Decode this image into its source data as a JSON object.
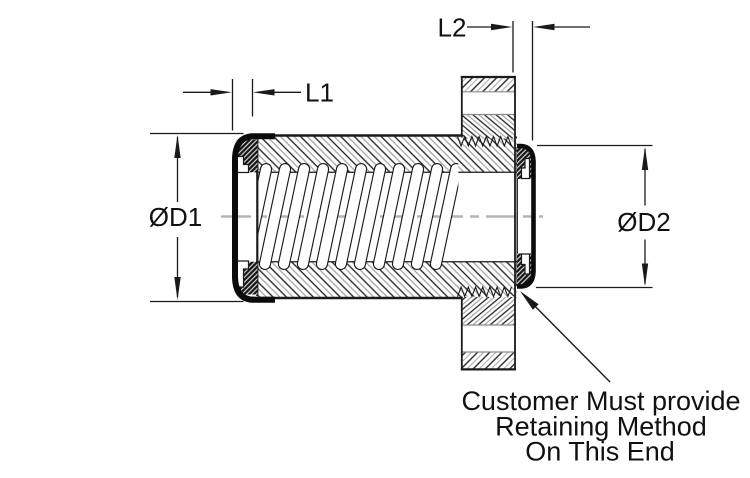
{
  "drawing": {
    "type": "technical-cross-section",
    "dimensions": {
      "l1": "L1",
      "l2": "L2",
      "d1": "ØD1",
      "d2": "ØD2"
    },
    "note": {
      "line1": "Customer Must provide",
      "line2": "Retaining Method",
      "line3": "On This End"
    },
    "colors": {
      "line": "#1a1a1a",
      "hatch_gray": "#9c9c9c",
      "centerline": "#b4b4b4",
      "background": "#ffffff"
    }
  }
}
